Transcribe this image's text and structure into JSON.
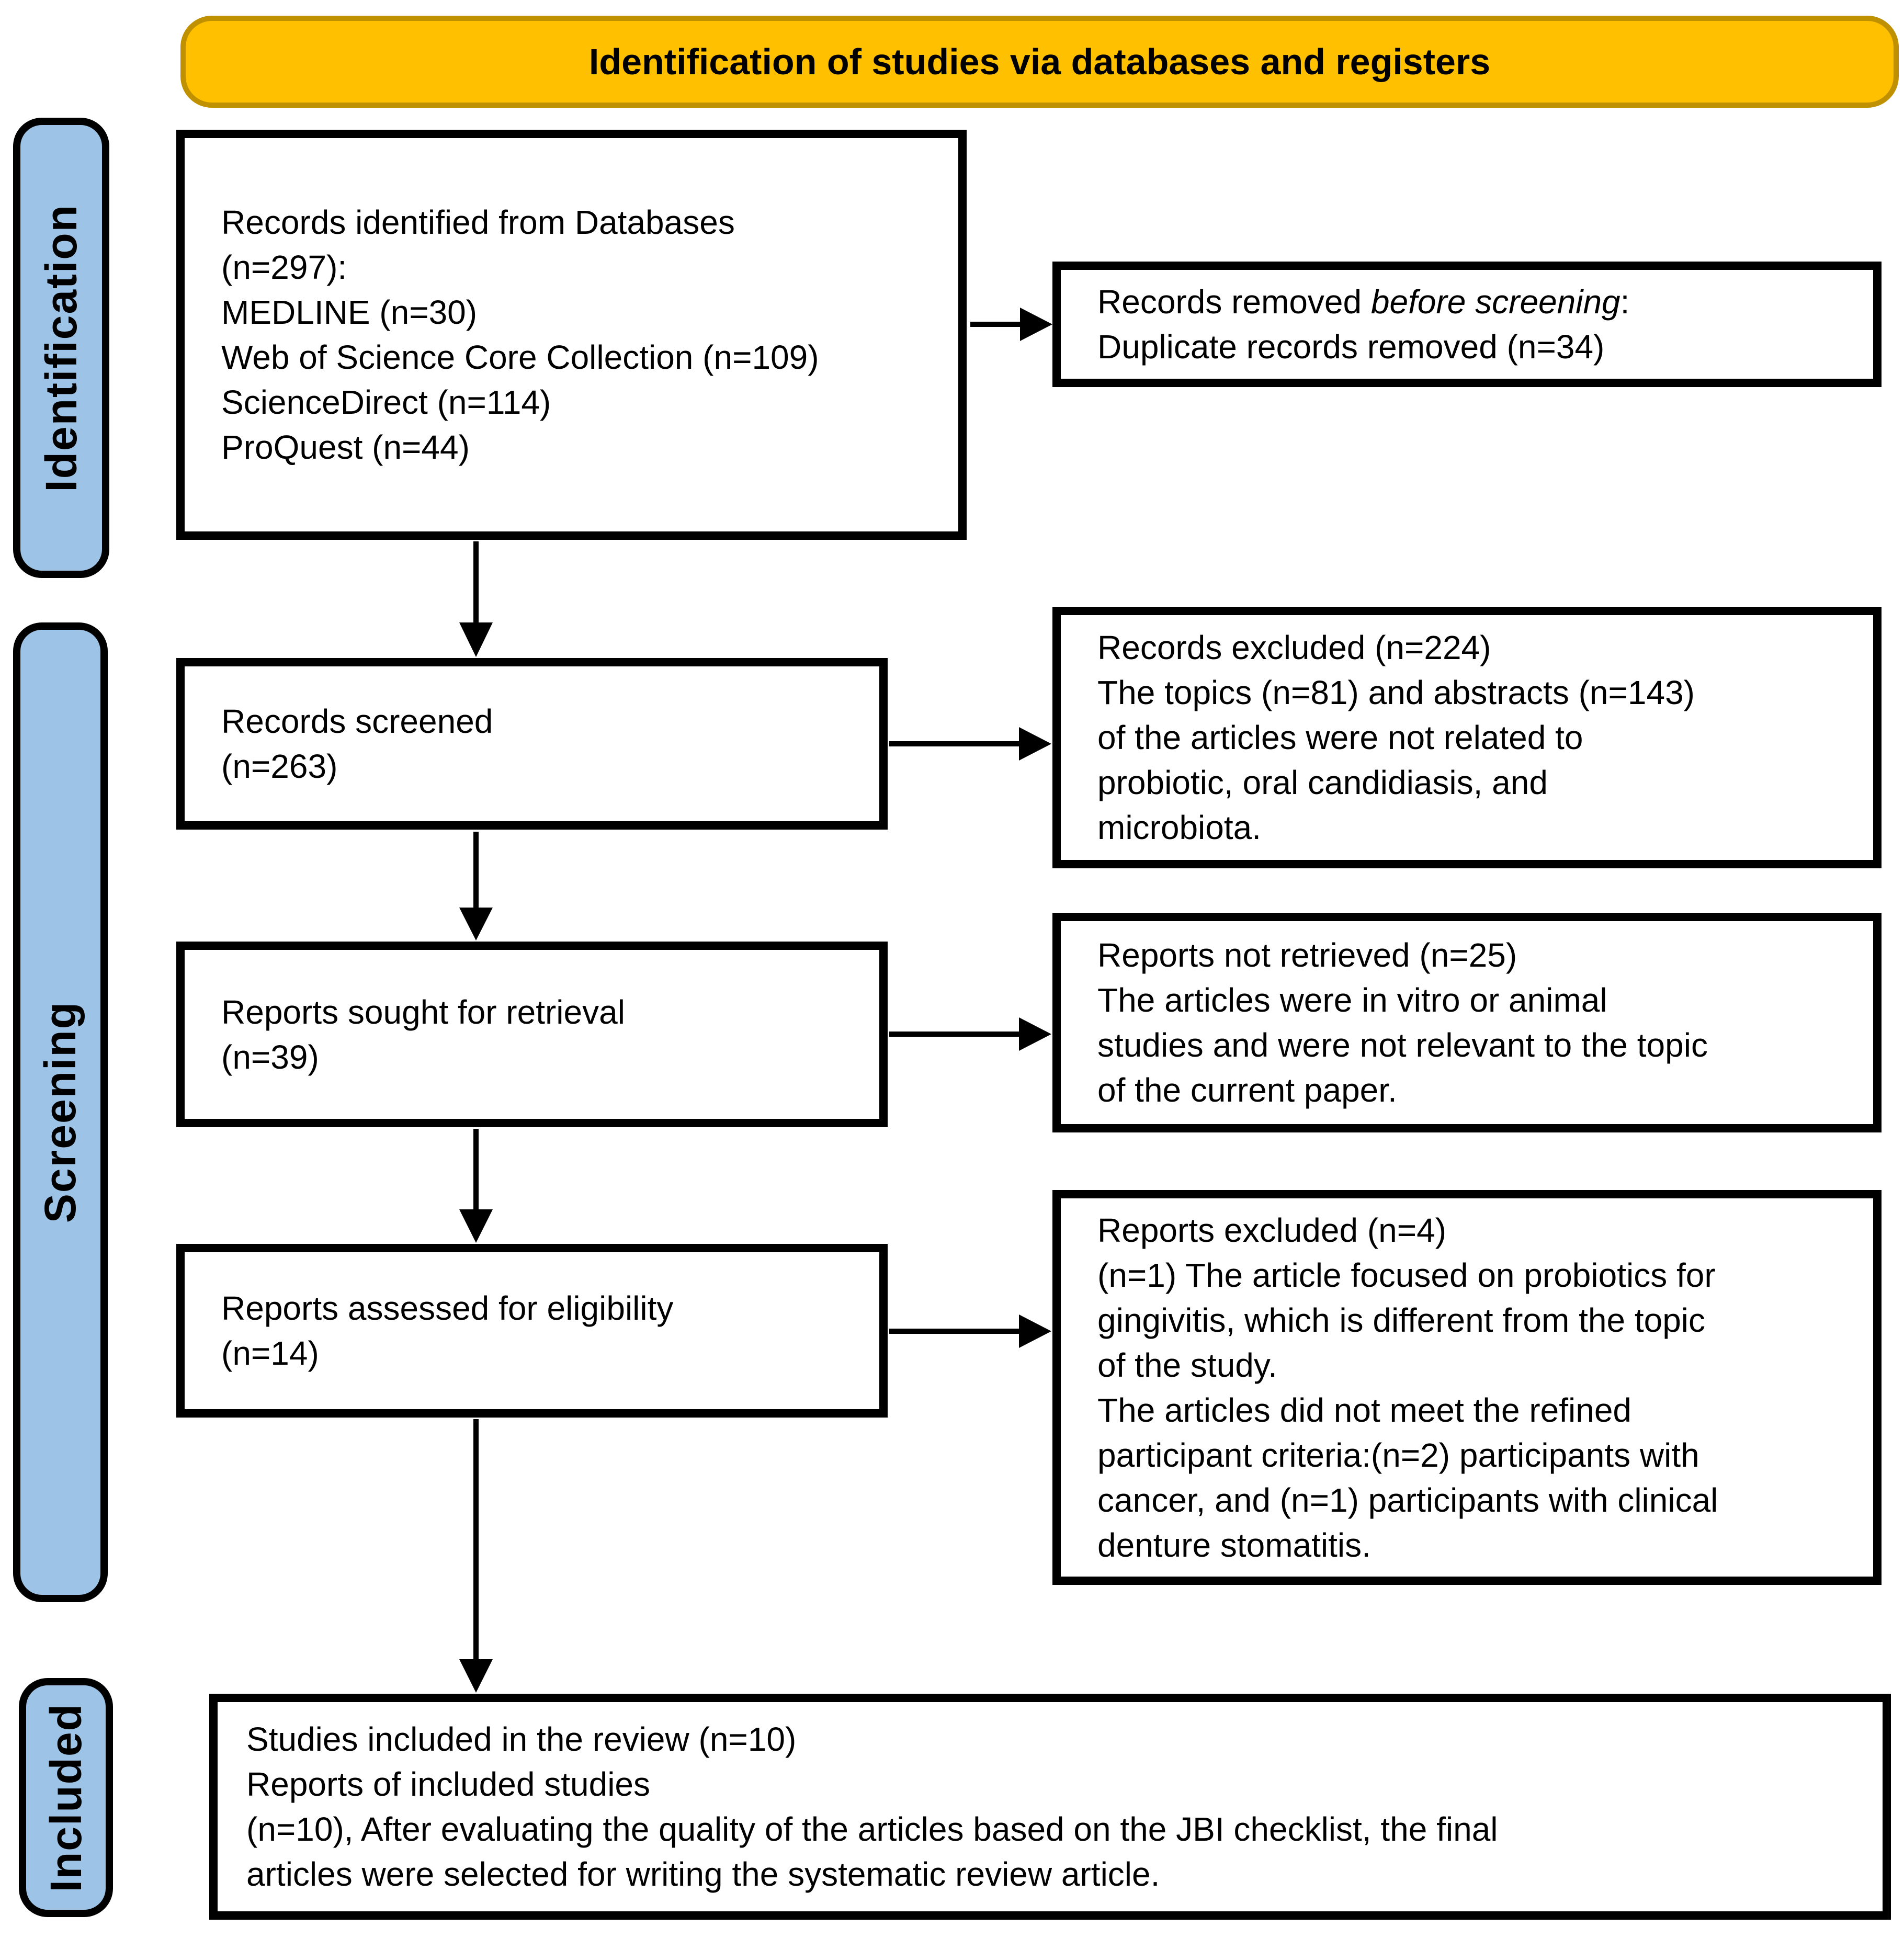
{
  "banner": {
    "title": "Identification of studies via databases and registers"
  },
  "sidebar": {
    "identification_label": "Identification",
    "screening_label": "Screening",
    "included_label": "Included"
  },
  "boxes": {
    "records_identified": {
      "lines": [
        "Records identified from Databases",
        "(n=297):",
        "MEDLINE (n=30)",
        "Web of Science Core Collection (n=109)",
        "ScienceDirect (n=114)",
        "ProQuest (n=44)"
      ]
    },
    "records_removed": {
      "line1_prefix": "Records removed ",
      "line1_italic": "before screening",
      "line1_suffix": ":",
      "line2": "Duplicate records removed (n=34)"
    },
    "records_screened": {
      "lines": [
        "Records screened",
        "(n=263)"
      ]
    },
    "records_excluded": {
      "lines": [
        "Records excluded (n=224)",
        "The topics (n=81) and abstracts (n=143)",
        "of the articles were not related to",
        "probiotic, oral candidiasis, and",
        "microbiota."
      ]
    },
    "reports_sought": {
      "lines": [
        "Reports sought for retrieval",
        "(n=39)"
      ]
    },
    "reports_not_retrieved": {
      "lines": [
        "Reports not retrieved (n=25)",
        "The articles were in vitro or animal",
        "studies and were not relevant to the topic",
        "of the current paper."
      ]
    },
    "reports_assessed": {
      "lines": [
        "Reports assessed for eligibility",
        "(n=14)"
      ]
    },
    "reports_excluded": {
      "lines": [
        "Reports excluded (n=4)",
        "(n=1) The article focused on probiotics for",
        "gingivitis, which is different from the topic",
        "of the study.",
        "The articles did not meet the refined",
        "participant criteria:(n=2) participants with",
        "cancer, and (n=1) participants with clinical",
        "denture stomatitis."
      ]
    },
    "studies_included": {
      "lines": [
        "Studies included in the review (n=10)",
        "Reports of included studies",
        "(n=10), After evaluating the quality of the articles based on the JBI checklist, the final",
        "articles were selected for writing the systematic review article."
      ]
    }
  },
  "colors": {
    "banner_fill": "#FFC000",
    "banner_border": "#BF9000",
    "stage_fill": "#9DC3E6",
    "stage_border": "#000000",
    "box_border": "#000000"
  }
}
